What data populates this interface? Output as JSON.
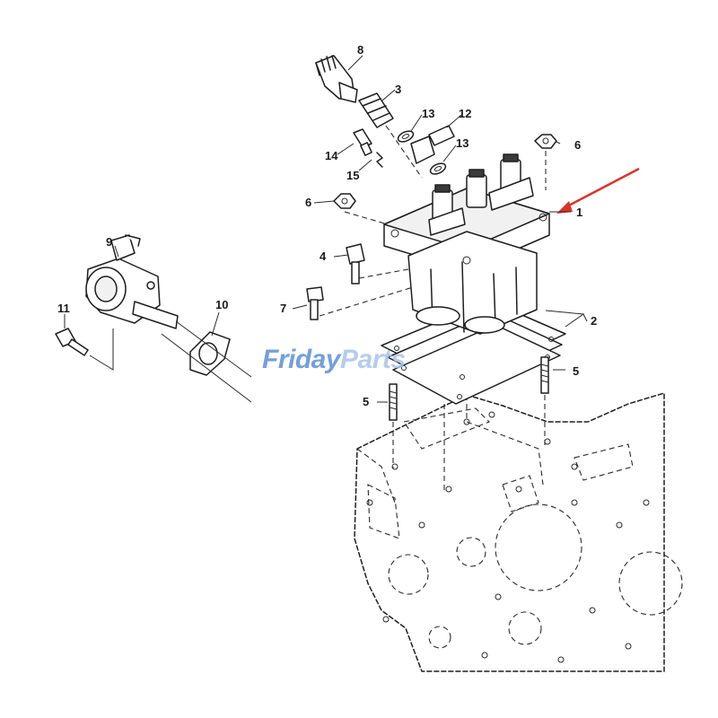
{
  "diagram": {
    "part_labels": [
      "1",
      "2",
      "3",
      "4",
      "5",
      "5",
      "6",
      "6",
      "7",
      "8",
      "9",
      "10",
      "11",
      "12",
      "13",
      "13",
      "14",
      "15"
    ]
  },
  "watermark": {
    "text_a": "Friday",
    "text_b": "Parts",
    "color_a": "#5b8fd8",
    "color_b": "#a9c4ec"
  },
  "colors": {
    "pointer_arrow": "#d9342b",
    "line": "#1e1e1e"
  }
}
